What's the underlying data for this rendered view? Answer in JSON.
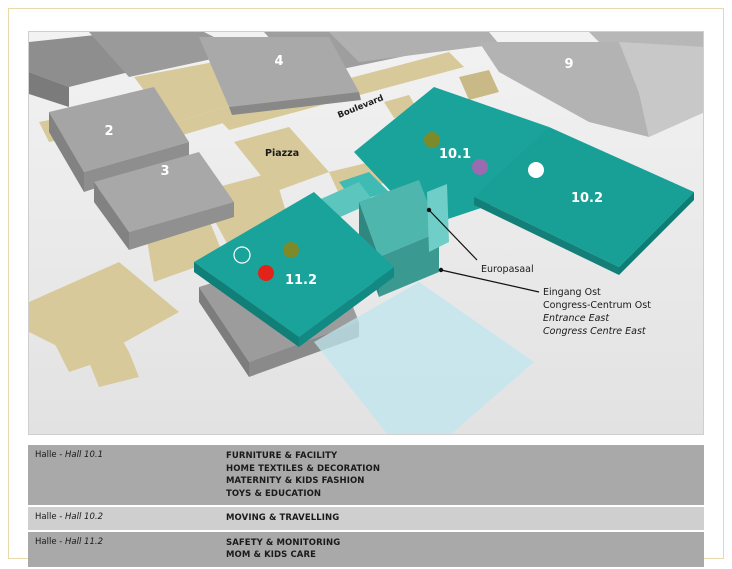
{
  "map": {
    "halls": {
      "h2": "2",
      "h3": "3",
      "h4": "4",
      "h9": "9",
      "h10_1": "10.1",
      "h10_2": "10.2",
      "h11_2": "11.2"
    },
    "labels": {
      "piazza": "Piazza",
      "boulevard": "Boulevard",
      "europasaal": "Europasaal",
      "entrance": [
        "Eingang Ost",
        "Congress-Centrum Ost",
        "Entrance East",
        "Congress Centre East"
      ]
    },
    "colors": {
      "hall_teal": "#1aa39a",
      "hall_grey": "#a6a6a6",
      "walkway": "#d8c99a",
      "marker_olive": "#7d8a2a",
      "marker_purple": "#9b6bb0",
      "marker_red": "#e2231a",
      "marker_white": "#ffffff"
    }
  },
  "legend": {
    "rows": [
      {
        "prefix": "Halle - ",
        "hall": "Hall 10.1",
        "items": [
          "FURNITURE & FACILITY",
          "HOME TEXTILES & DECORATION",
          "MATERNITY & KIDS FASHION",
          "TOYS & EDUCATION"
        ]
      },
      {
        "prefix": "Halle - ",
        "hall": "Hall 10.2",
        "items": [
          "MOVING & TRAVELLING"
        ]
      },
      {
        "prefix": "Halle - ",
        "hall": "Hall 11.2",
        "items": [
          "SAFETY & MONITORING",
          "MOM & KIDS CARE"
        ]
      }
    ]
  }
}
